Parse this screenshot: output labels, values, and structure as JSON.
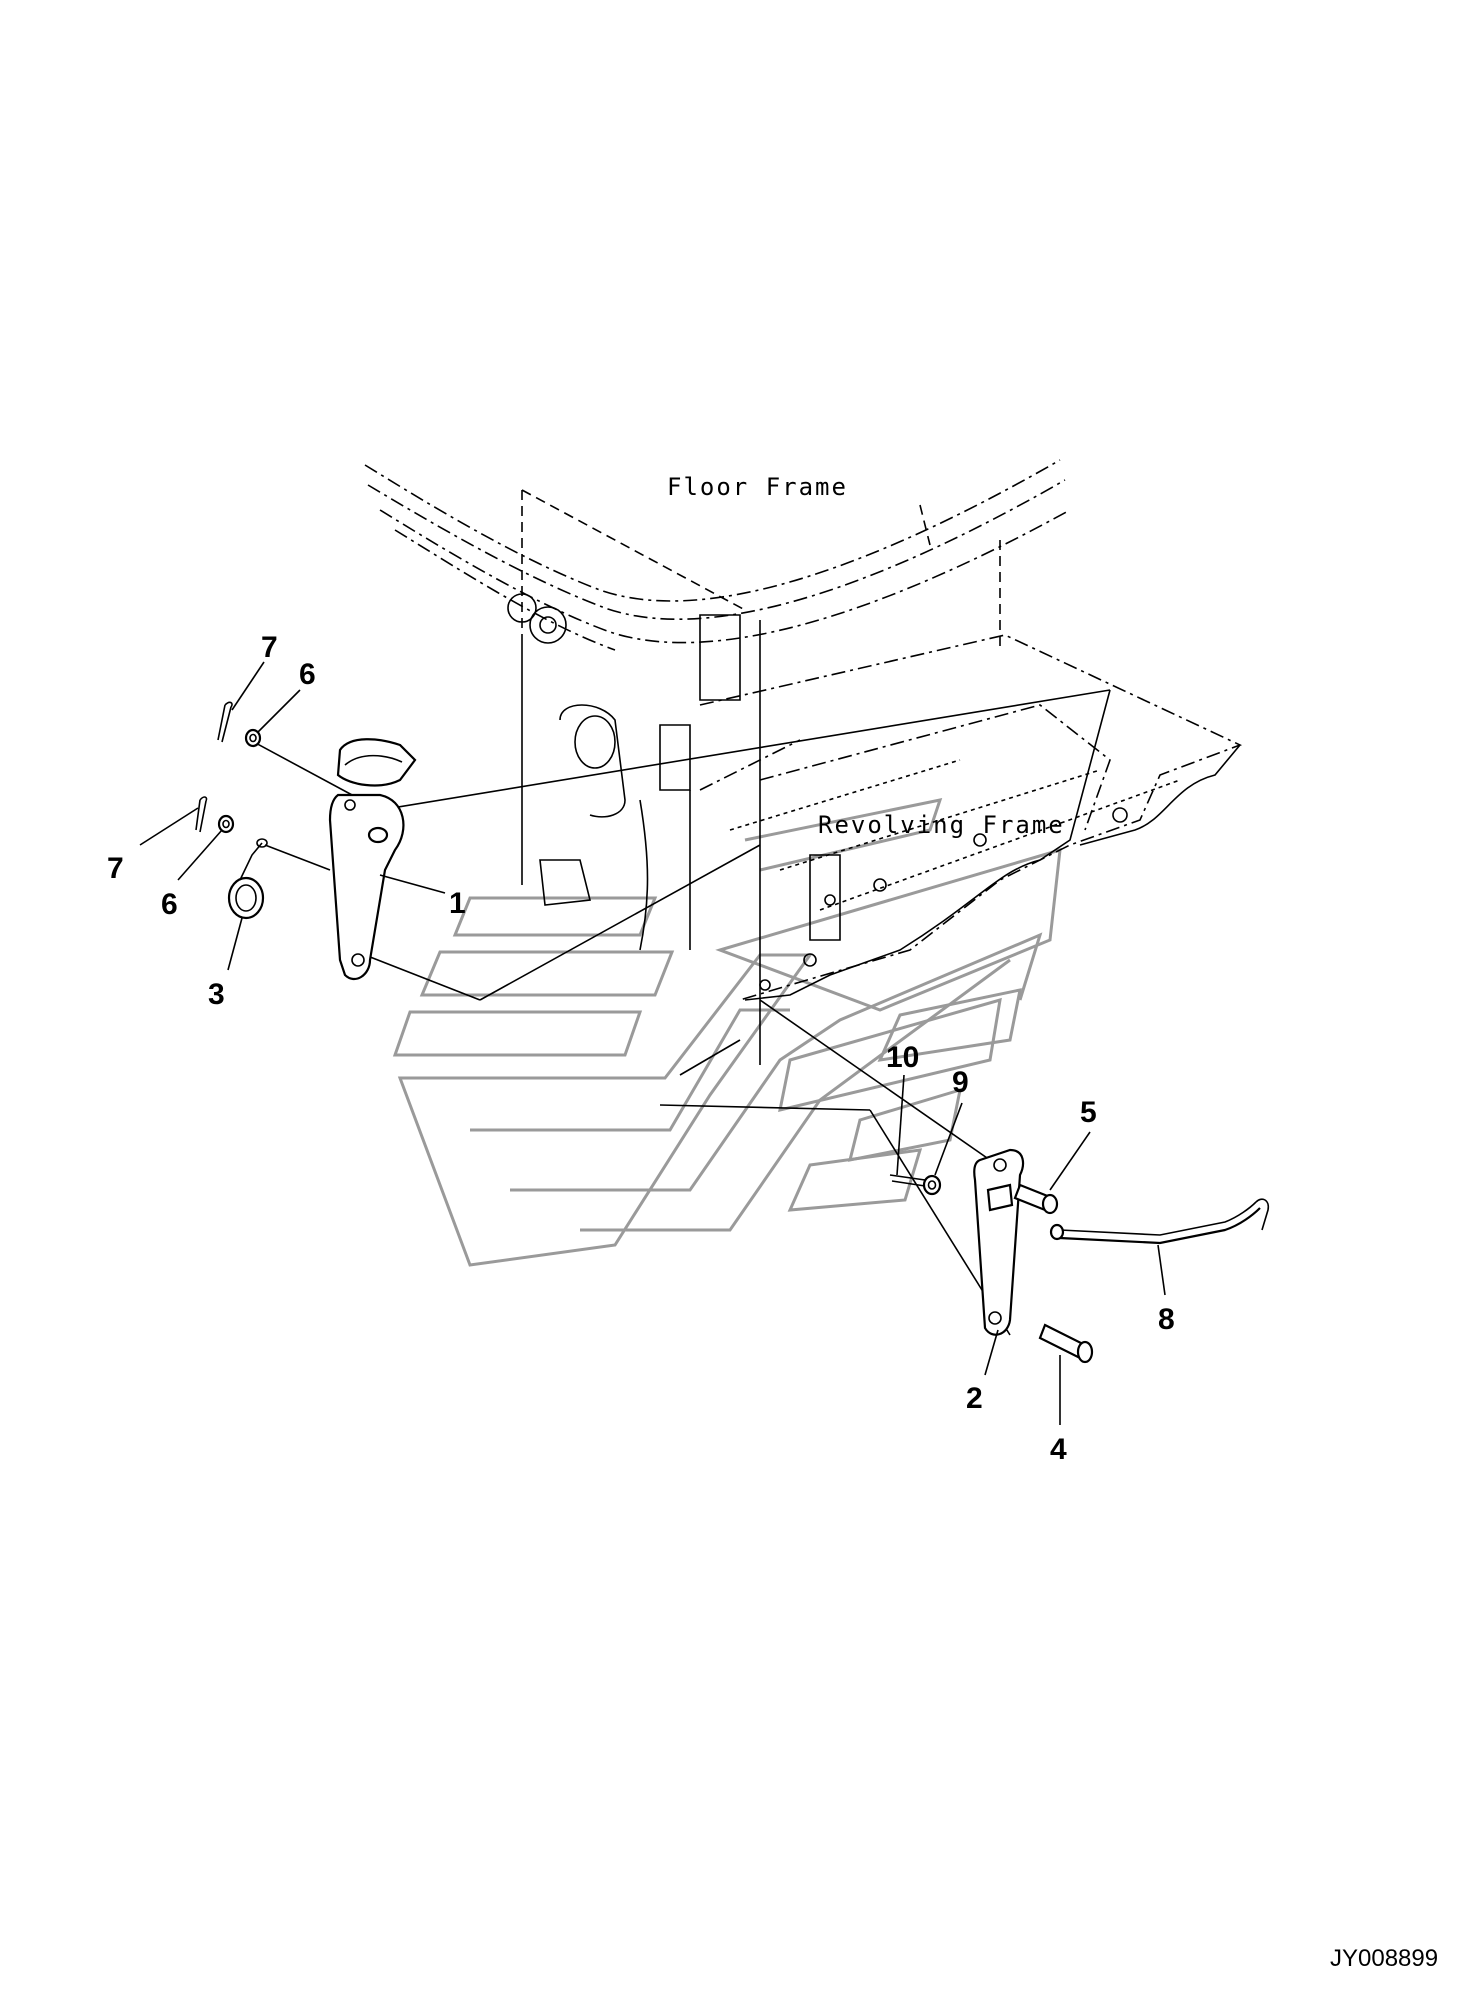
{
  "frame_labels": {
    "floor_frame": "Floor Frame",
    "revolving_frame": "Revolving Frame"
  },
  "callouts": {
    "c1": "1",
    "c2": "2",
    "c3": "3",
    "c4": "4",
    "c5": "5",
    "c6a": "6",
    "c6b": "6",
    "c7a": "7",
    "c7b": "7",
    "c8": "8",
    "c9": "9",
    "c10": "10"
  },
  "drawing_id": "JY008899"
}
